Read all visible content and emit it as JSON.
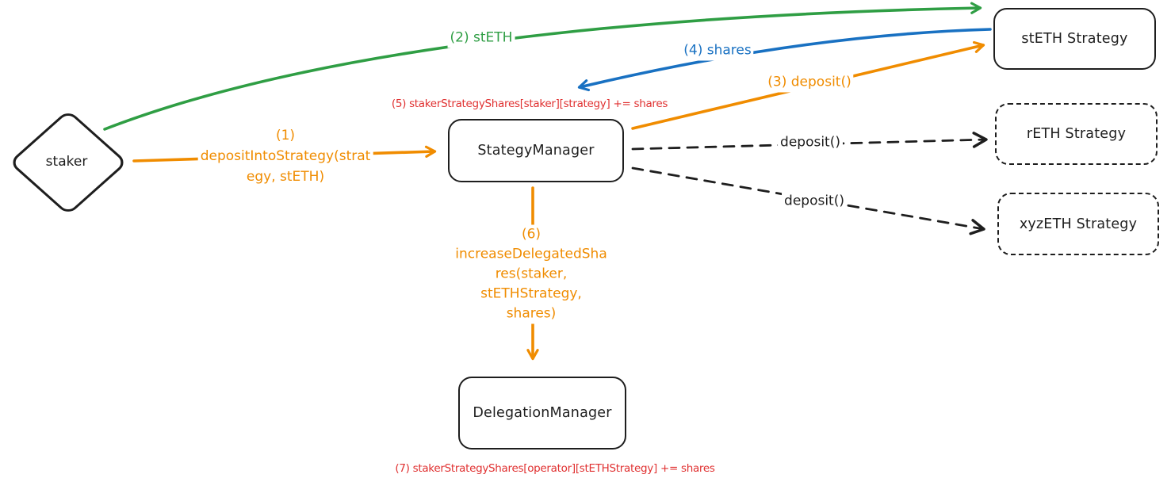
{
  "diagram": {
    "nodes": {
      "staker": "staker",
      "strategyManager": "StategyManager",
      "delegationManager": "DelegationManager",
      "stethStrategy": "stETH Strategy",
      "rethStrategy": "rETH Strategy",
      "xyzethStrategy": "xyzETH Strategy"
    },
    "edges": {
      "step1": "(1)\ndepositIntoStrategy(strat\negy, stETH)",
      "step2": "(2) stETH",
      "step3": "(3) deposit()",
      "step4": "(4) shares",
      "step6": "(6)\nincreaseDelegatedSha\nres(staker,\nstETHStrategy,\nshares)",
      "depositReth": "deposit()",
      "depositXyzeth": "deposit()"
    },
    "notes": {
      "step5": "(5) stakerStrategyShares[staker][strategy] += shares",
      "step7": "(7) stakerStrategyShares[operator][stETHStrategy] += shares"
    },
    "colors": {
      "ink": "#1e1e1e",
      "orange": "#f08c00",
      "green": "#2f9e44",
      "blue": "#1971c2",
      "red": "#e03131",
      "background": "#ffffff"
    }
  }
}
